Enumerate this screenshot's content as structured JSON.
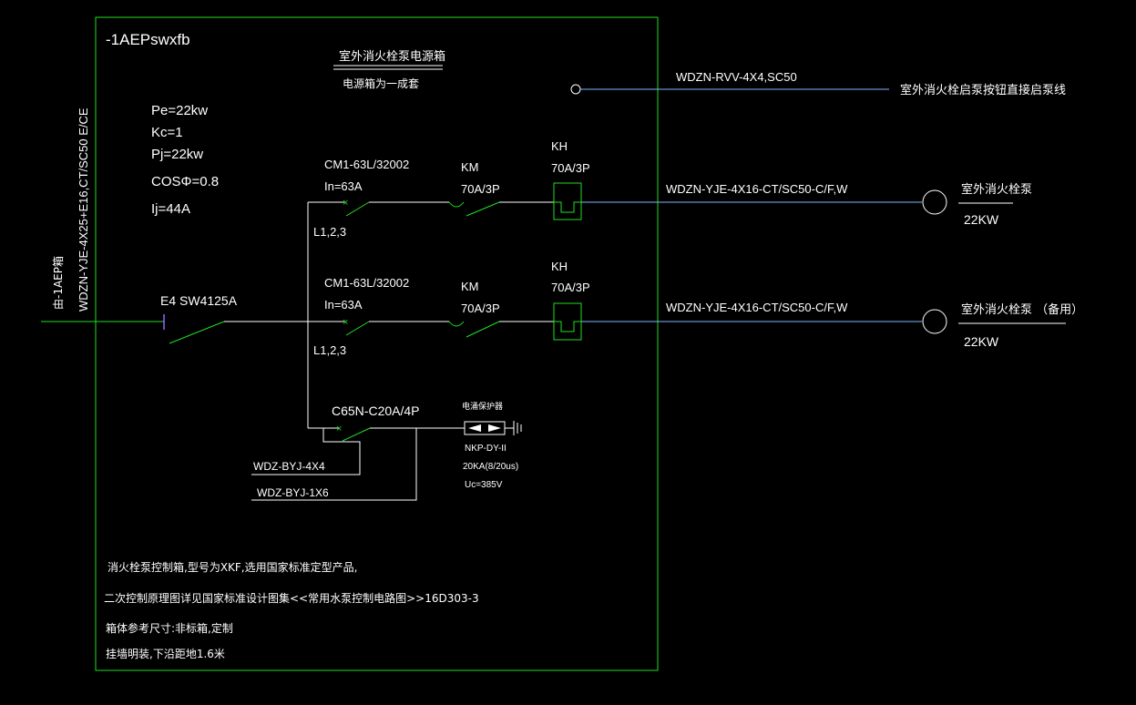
{
  "colors": {
    "background": "#000000",
    "frame": "#22dd22",
    "text": "#ffffff",
    "wire_white": "#ffffff",
    "wire_cyan": "#7fb6ff",
    "component": "#22dd22",
    "label_green": "#66ff66"
  },
  "panel": {
    "id": "-1AEPswxfb",
    "title": "室外消火栓泵电源箱",
    "subtitle": "电源箱为一成套"
  },
  "load": {
    "pe": "Pe=22kw",
    "kc": "Kc=1",
    "pj": "Pj=22kw",
    "cos": "COSΦ=0.8",
    "ij": "Ij=44A"
  },
  "incoming": {
    "cable": "WDZN-YJE-4X25+E16,CT/SC50 E/CE",
    "source": "由-1AEP箱",
    "main_switch": "E4 SW4125A"
  },
  "remote": {
    "cable": "WDZN-RVV-4X4,SC50",
    "label": "室外消火栓启泵按钮直接启泵线"
  },
  "circuit1": {
    "breaker": "CM1-63L/32002",
    "in": "In=63A",
    "phase": "L1,2,3",
    "km": "KM",
    "km_rating": "70A/3P",
    "kh": "KH",
    "kh_rating": "70A/3P",
    "cable": "WDZN-YJE-4X16-CT/SC50-C/F,W",
    "load_name": "室外消火栓泵",
    "load_power": "22KW"
  },
  "circuit2": {
    "breaker": "CM1-63L/32002",
    "in": "In=63A",
    "phase": "L1,2,3",
    "km": "KM",
    "km_rating": "70A/3P",
    "kh": "KH",
    "kh_rating": "70A/3P",
    "cable": "WDZN-YJE-4X16-CT/SC50-C/F,W",
    "load_name": "室外消火栓泵 （备用）",
    "load_power": "22KW"
  },
  "circuit3": {
    "breaker": "C65N-C20A/4P",
    "spd_title": "电涌保护器",
    "spd_model": "NKP-DY-II",
    "spd_rating": "20KA(8/20us)",
    "spd_uc": "Uc=385V",
    "cable_a": "WDZ-BYJ-4X4",
    "cable_b": "WDZ-BYJ-1X6"
  },
  "notes": [
    "消火栓泵控制箱,型号为XKF,选用国家标准定型产品,",
    "二次控制原理图详见国家标准设计图集<<常用水泵控制电路图>>16D303-3",
    "箱体参考尺寸:非标箱,定制",
    "挂墙明装,下沿距地1.6米"
  ]
}
